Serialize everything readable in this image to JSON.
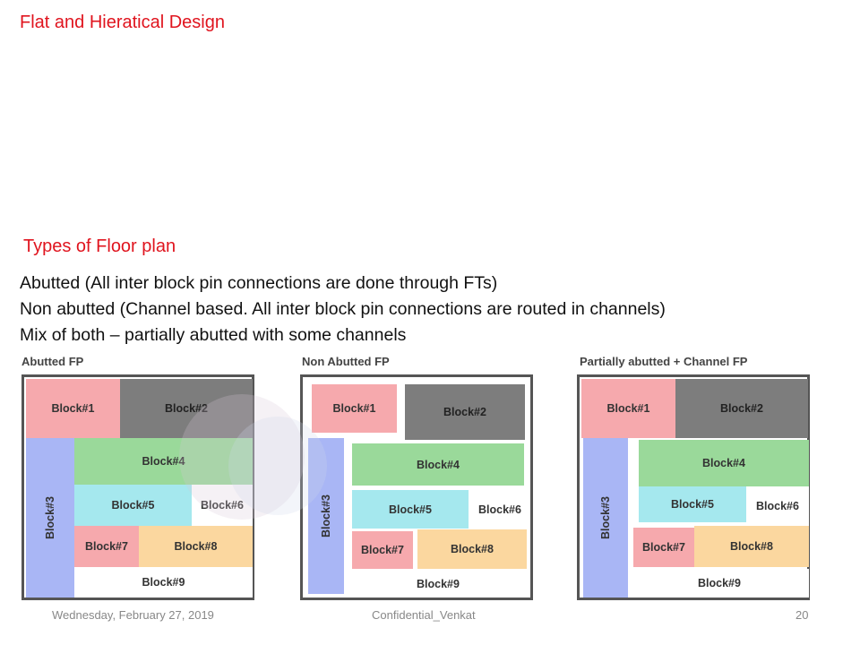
{
  "slide": {
    "title": "Flat and Hieratical  Design",
    "subtitle": "Types of Floor plan",
    "bullets": [
      "Abutted (All inter block pin connections are done through FTs)",
      "Non abutted (Channel based. All inter block pin connections are routed in channels)",
      "Mix of both – partially abutted with some channels"
    ]
  },
  "panels": [
    {
      "label": "Abutted FP",
      "blocks": [
        "Block#1",
        "Block#2",
        "Block#3",
        "Block#4",
        "Block#5",
        "Block#6",
        "Block#7",
        "Block#8",
        "Block#9"
      ]
    },
    {
      "label": "Non Abutted FP",
      "blocks": [
        "Block#1",
        "Block#2",
        "Block#3",
        "Block#4",
        "Block#5",
        "Block#6",
        "Block#7",
        "Block#8",
        "Block#9"
      ]
    },
    {
      "label": "Partially abutted + Channel FP",
      "blocks": [
        "Block#1",
        "Block#2",
        "Block#3",
        "Block#4",
        "Block#5",
        "Block#6",
        "Block#7",
        "Block#8",
        "Block#9"
      ]
    }
  ],
  "colors": {
    "title": "#e0141e",
    "block_pink": "#f6a9ad",
    "block_gray": "#7d7d7d",
    "block_green": "#9ad99a",
    "block_cyan": "#a5e8ee",
    "block_peach": "#fbd79f",
    "block_blue": "#a9b6f5"
  },
  "footer": {
    "date": "Wednesday, February 27, 2019",
    "center": "Confidential_Venkat",
    "page": "20"
  }
}
